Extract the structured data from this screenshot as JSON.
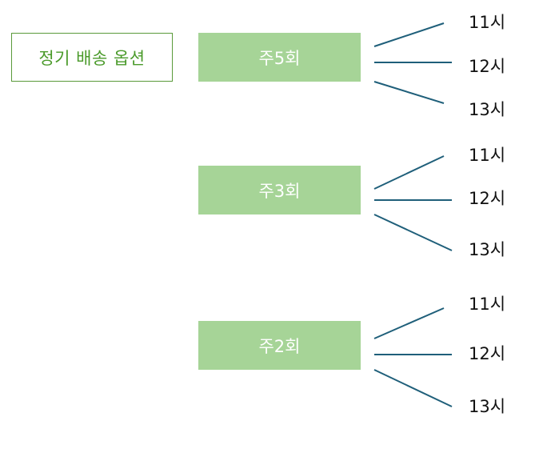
{
  "title": "정기 배송 옵션",
  "groups": [
    {
      "frequency": "주5회",
      "times": [
        "11시",
        "12시",
        "13시"
      ]
    },
    {
      "frequency": "주3회",
      "times": [
        "11시",
        "12시",
        "13시"
      ]
    },
    {
      "frequency": "주2회",
      "times": [
        "11시",
        "12시",
        "13시"
      ]
    }
  ],
  "colors": {
    "title_text": "#4a9a2a",
    "title_border": "#5a9a3a",
    "frequency_box": "#a6d497",
    "connector": "#1f5f7a"
  }
}
